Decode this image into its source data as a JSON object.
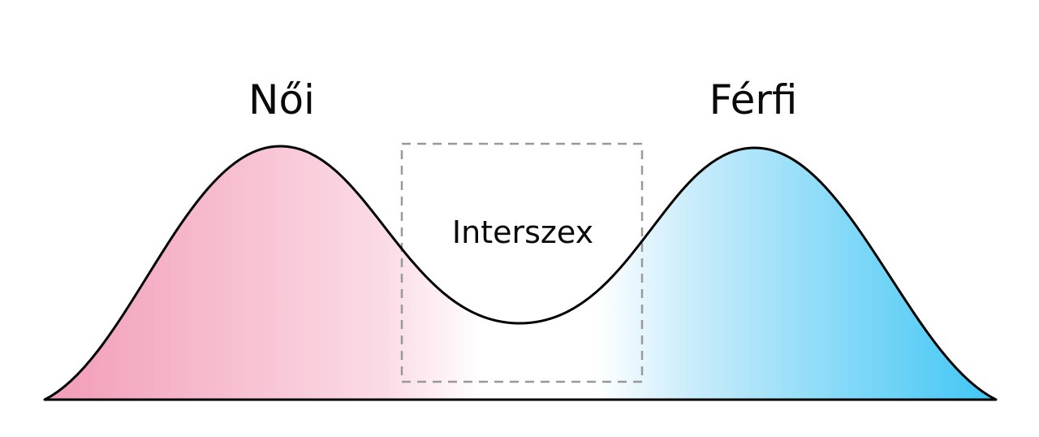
{
  "diagram": {
    "labels": {
      "female": "Női",
      "male": "Férfi",
      "intersex": "Interszex"
    },
    "colors": {
      "female_pink": "#f29cb6",
      "female_pink_light": "#fbdce6",
      "white": "#ffffff",
      "male_blue_light": "#c9ecfb",
      "male_blue": "#3fc6f4",
      "curve_stroke": "#000000",
      "dashed_box": "#999999"
    }
  }
}
